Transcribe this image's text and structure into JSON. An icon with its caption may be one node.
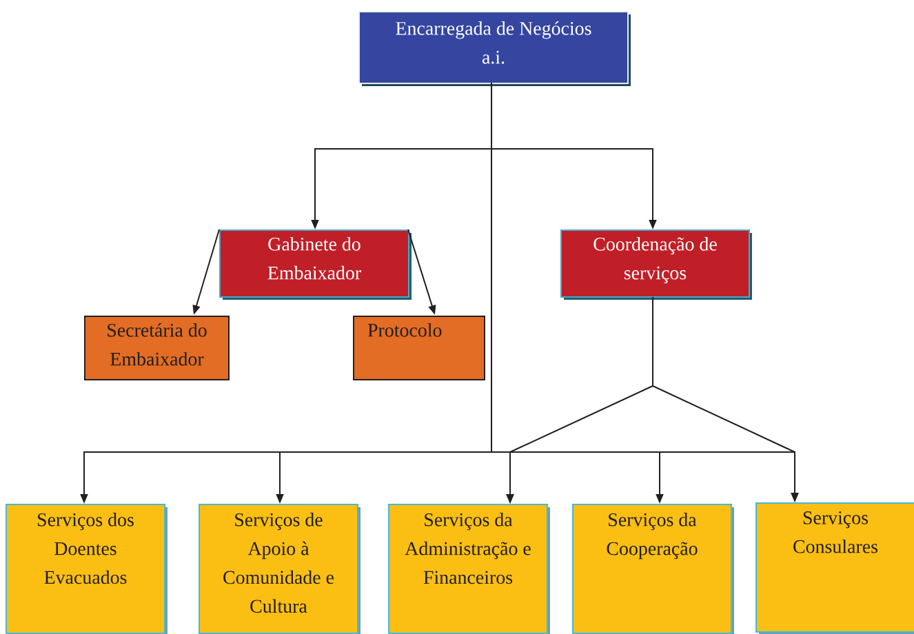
{
  "diagram": {
    "nodes": [
      {
        "text": [
          "Encarregada de Negócios a.i."
        ]
      },
      {
        "text": [
          "Gabinete do Embaixador"
        ]
      },
      {
        "text": [
          "Coordenação de serviços"
        ]
      },
      {
        "text": [
          "Secretária do Embaixador"
        ]
      },
      {
        "text": [
          "Protocolo"
        ]
      },
      {
        "text": [
          "Serviços dos Doentes Evacuados"
        ]
      },
      {
        "text": [
          "Serviços de Apoio à Comunidade e Cultura"
        ]
      },
      {
        "text": [
          "Serviços da Administração e Financeiros"
        ]
      },
      {
        "text": [
          "Serviços da Cooperação"
        ]
      },
      {
        "text": [
          "Serviços Consulares"
        ]
      }
    ],
    "edges": [
      {
        "from": 0,
        "to": 1,
        "arrow": "to"
      },
      {
        "from": 0,
        "to": 2,
        "arrow": "to"
      },
      {
        "from": 1,
        "to": 3,
        "arrow": "to"
      },
      {
        "from": 1,
        "to": 4,
        "arrow": "to"
      },
      {
        "from": 0,
        "to": 5,
        "arrow": "to"
      },
      {
        "from": 0,
        "to": 6,
        "arrow": "to"
      },
      {
        "from": 0,
        "to": 7,
        "arrow": "to"
      },
      {
        "from": 0,
        "to": 8,
        "arrow": "to"
      },
      {
        "from": 0,
        "to": 9,
        "arrow": "to"
      },
      {
        "from": 2,
        "to": 7,
        "arrow": "to"
      },
      {
        "from": 2,
        "to": 9,
        "arrow": "to"
      }
    ]
  }
}
